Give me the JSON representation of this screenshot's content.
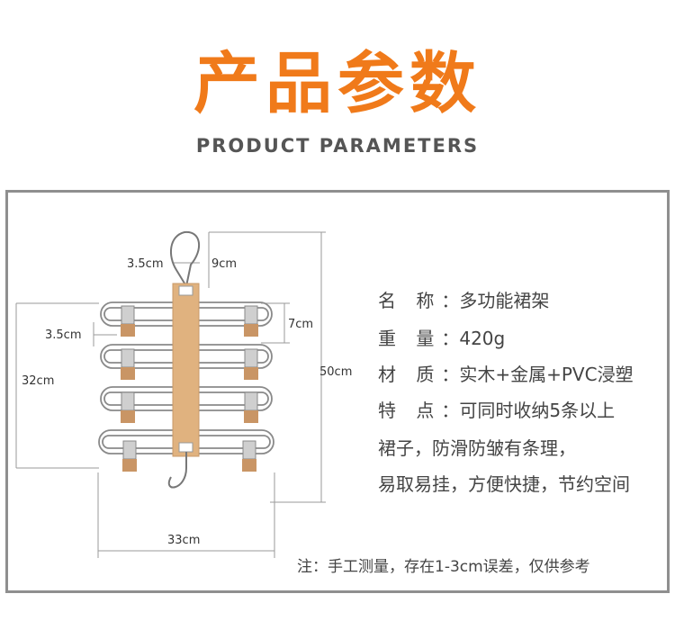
{
  "header": {
    "title_cn": "产品参数",
    "title_en": "PRODUCT PARAMETERS"
  },
  "dimensions": {
    "hook_width": "3.5cm",
    "hook_height": "9cm",
    "clip_width": "3.5cm",
    "tier_gap": "7cm",
    "rack_height": "32cm",
    "total_height": "50cm",
    "total_width": "33cm"
  },
  "specs": [
    {
      "label": "名 称",
      "sep": "：",
      "value": "多功能裙架"
    },
    {
      "label": "重 量",
      "sep": "：",
      "value": "420g"
    },
    {
      "label": "材 质",
      "sep": "：",
      "value": "实木+金属+PVC浸塑"
    },
    {
      "label": "特 点",
      "sep": "：",
      "value": "可同时收纳5条以上"
    }
  ],
  "features_continued": [
    "裙子，防滑防皱有条理，",
    "易取易挂，方便快捷，节约空间"
  ],
  "note": "注：手工测量，存在1-3cm误差，仅供参考",
  "colors": {
    "title_orange": "#f07a1a",
    "wood": "#e0b27f",
    "border_gray": "#8f8f8f"
  }
}
